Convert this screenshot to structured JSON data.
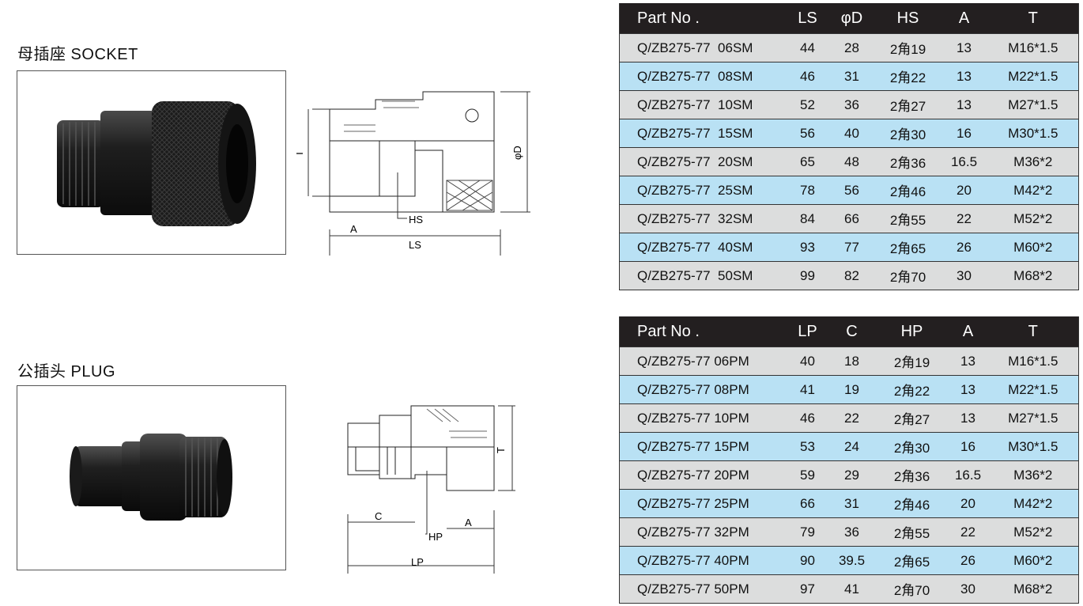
{
  "socket": {
    "title": "母插座 SOCKET",
    "drawing_labels": {
      "t": "T",
      "d": "φD",
      "hs": "HS",
      "a": "A",
      "ls": "LS"
    },
    "headers": [
      "Part No .",
      "LS",
      "φD",
      "HS",
      "A",
      "T"
    ],
    "rows": [
      [
        "Q/ZB275-77  06SM",
        "44",
        "28",
        "2角19",
        "13",
        "M16*1.5"
      ],
      [
        "Q/ZB275-77  08SM",
        "46",
        "31",
        "2角22",
        "13",
        "M22*1.5"
      ],
      [
        "Q/ZB275-77  10SM",
        "52",
        "36",
        "2角27",
        "13",
        "M27*1.5"
      ],
      [
        "Q/ZB275-77  15SM",
        "56",
        "40",
        "2角30",
        "16",
        "M30*1.5"
      ],
      [
        "Q/ZB275-77  20SM",
        "65",
        "48",
        "2角36",
        "16.5",
        "M36*2"
      ],
      [
        "Q/ZB275-77  25SM",
        "78",
        "56",
        "2角46",
        "20",
        "M42*2"
      ],
      [
        "Q/ZB275-77  32SM",
        "84",
        "66",
        "2角55",
        "22",
        "M52*2"
      ],
      [
        "Q/ZB275-77  40SM",
        "93",
        "77",
        "2角65",
        "26",
        "M60*2"
      ],
      [
        "Q/ZB275-77  50SM",
        "99",
        "82",
        "2角70",
        "30",
        "M68*2"
      ]
    ]
  },
  "plug": {
    "title": "公插头 PLUG",
    "drawing_labels": {
      "t": "T",
      "c": "C",
      "hp": "HP",
      "a": "A",
      "lp": "LP"
    },
    "headers": [
      "Part No .",
      "LP",
      "C",
      "HP",
      "A",
      "T"
    ],
    "rows": [
      [
        "Q/ZB275-77 06PM",
        "40",
        "18",
        "2角19",
        "13",
        "M16*1.5"
      ],
      [
        "Q/ZB275-77 08PM",
        "41",
        "19",
        "2角22",
        "13",
        "M22*1.5"
      ],
      [
        "Q/ZB275-77 10PM",
        "46",
        "22",
        "2角27",
        "13",
        "M27*1.5"
      ],
      [
        "Q/ZB275-77 15PM",
        "53",
        "24",
        "2角30",
        "16",
        "M30*1.5"
      ],
      [
        "Q/ZB275-77 20PM",
        "59",
        "29",
        "2角36",
        "16.5",
        "M36*2"
      ],
      [
        "Q/ZB275-77 25PM",
        "66",
        "31",
        "2角46",
        "20",
        "M42*2"
      ],
      [
        "Q/ZB275-77 32PM",
        "79",
        "36",
        "2角55",
        "22",
        "M52*2"
      ],
      [
        "Q/ZB275-77 40PM",
        "90",
        "39.5",
        "2角65",
        "26",
        "M60*2"
      ],
      [
        "Q/ZB275-77 50PM",
        "97",
        "41",
        "2角70",
        "30",
        "M68*2"
      ]
    ]
  },
  "colors": {
    "header_bg": "#231f20",
    "row_grey": "#dcdddd",
    "row_blue": "#b9e1f4"
  }
}
